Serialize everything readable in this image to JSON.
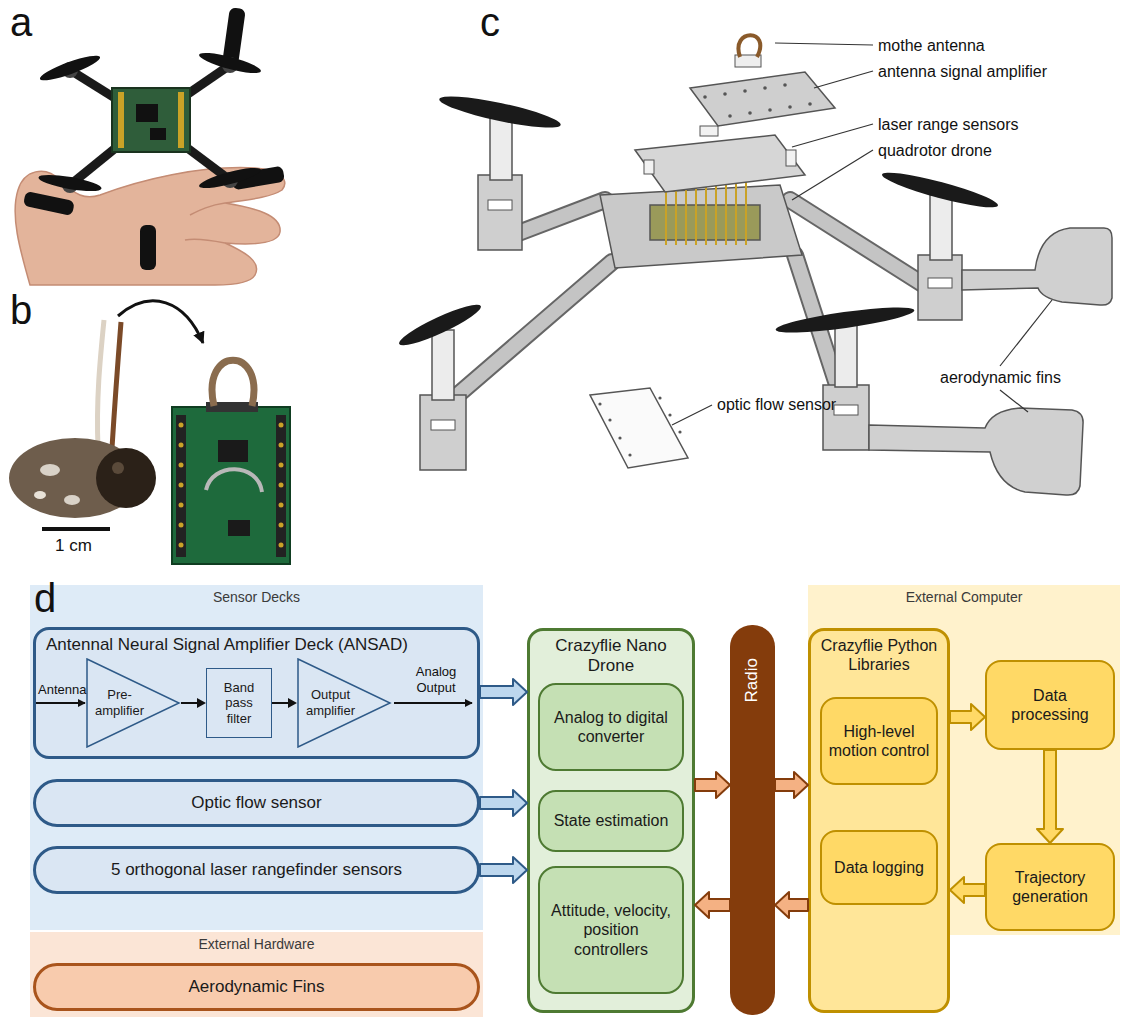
{
  "diagram": {
    "nodes": [
      {
        "text": [
          "Sensor Decks"
        ]
      },
      {
        "text": [
          "Antennal Neural Signal Amplifier Deck (ANSAD)"
        ],
        "in": 0
      },
      {
        "text": [
          "Pre- amplifier"
        ],
        "in": 1
      },
      {
        "text": [
          "Band pass filter"
        ],
        "in": 1
      },
      {
        "text": [
          "Output amplifier"
        ],
        "in": 1
      },
      {
        "text": [
          "Optic flow sensor"
        ],
        "in": 0
      },
      {
        "text": [
          "5 orthogonal laser rangefinder sensors"
        ],
        "in": 0
      },
      {
        "text": [
          "External Hardware"
        ]
      },
      {
        "text": [
          "Aerodynamic Fins"
        ],
        "in": 7
      },
      {
        "text": [
          "Crazyflie Nano Drone"
        ]
      },
      {
        "text": [
          "Analog to digital converter"
        ],
        "in": 9
      },
      {
        "text": [
          "State estimation"
        ],
        "in": 9
      },
      {
        "text": [
          "Attitude, velocity, position controllers"
        ],
        "in": 9
      },
      {
        "text": [
          "Radio"
        ]
      },
      {
        "text": [
          "External Computer"
        ]
      },
      {
        "text": [
          "Crazyflie Python Libraries"
        ],
        "in": 14
      },
      {
        "text": [
          "High-level motion control"
        ],
        "in": 15
      },
      {
        "text": [
          "Data logging"
        ],
        "in": 15
      },
      {
        "text": [
          "Data processing"
        ],
        "in": 14
      },
      {
        "text": [
          "Trajectory generation"
        ],
        "in": 14
      }
    ],
    "edges": [
      {
        "from": 2,
        "to": 3,
        "arrow": "to"
      },
      {
        "from": 3,
        "to": 4,
        "arrow": "to"
      },
      {
        "from": 1,
        "to": 9,
        "arrow": "to"
      },
      {
        "from": 5,
        "to": 9,
        "arrow": "to"
      },
      {
        "from": 6,
        "to": 9,
        "arrow": "to"
      },
      {
        "from": 9,
        "to": 13,
        "arrow": "to"
      },
      {
        "from": 13,
        "to": 15,
        "arrow": "to"
      },
      {
        "from": 15,
        "to": 13,
        "arrow": "to"
      },
      {
        "from": 13,
        "to": 9,
        "arrow": "to"
      },
      {
        "from": 15,
        "to": 18,
        "arrow": "to"
      },
      {
        "from": 18,
        "to": 19,
        "arrow": "to"
      },
      {
        "from": 19,
        "to": 15,
        "arrow": "to"
      }
    ],
    "labels": [
      "a",
      "b",
      "c",
      "d",
      "1 cm",
      "mothe antenna",
      "antenna signal amplifier",
      "laser range sensors",
      "quadrotor drone",
      "aerodynamic fins",
      "optic flow sensor",
      "Antenna",
      "Analog Output"
    ]
  }
}
